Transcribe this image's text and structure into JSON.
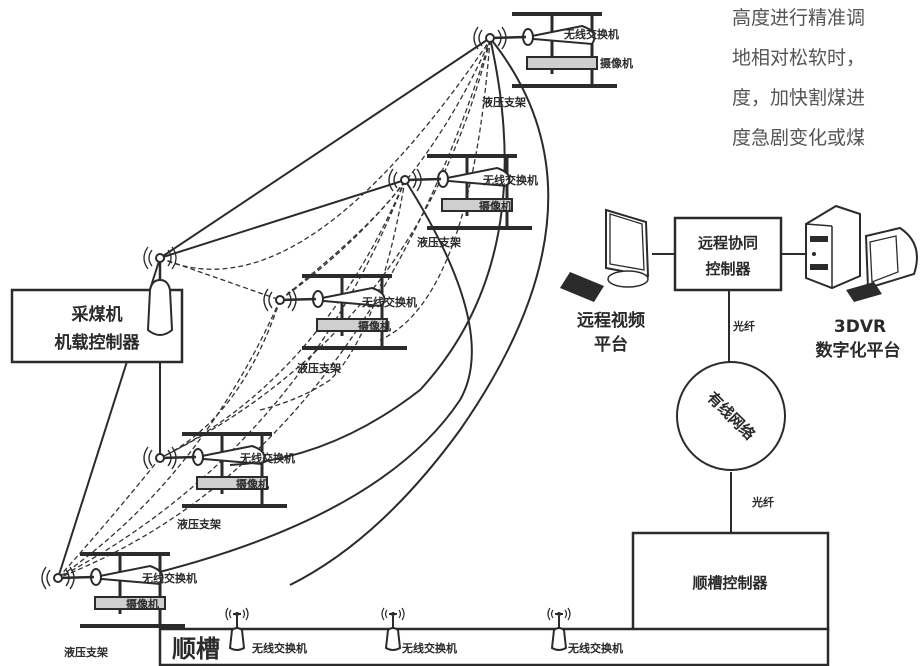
{
  "paragraph_fragment": [
    "高度进行精准调",
    "地相对松软时，",
    "度，加快割煤进",
    "度急剧变化或煤"
  ],
  "shearer": {
    "label_line1": "采煤机",
    "label_line2": "机载控制器"
  },
  "supports": [
    {
      "switch_label": "无线交换机",
      "camera_label": "摄像机",
      "support_label": "液压支架"
    },
    {
      "switch_label": "无线交换机",
      "camera_label": "摄像机",
      "support_label": "液压支架"
    },
    {
      "switch_label": "无线交换机",
      "camera_label": "摄像机",
      "support_label": "液压支架"
    },
    {
      "switch_label": "无线交换机",
      "camera_label": "摄像机",
      "support_label": "液压支架"
    },
    {
      "switch_label": "无线交换机",
      "camera_label": "摄像机",
      "support_label": "液压支架"
    }
  ],
  "remote": {
    "controller_line1": "远程协同",
    "controller_line2": "控制器",
    "video_line1": "远程视频",
    "video_line2": "平台",
    "dvr_line1": "3DVR",
    "dvr_line2": "数字化平台",
    "fiber_top": "光纤",
    "network": "有线网络",
    "fiber_bottom": "光纤",
    "gate_controller": "顺槽控制器"
  },
  "gateway": {
    "label": "顺槽",
    "switches": [
      "无线交换机",
      "无线交换机",
      "无线交换机"
    ]
  }
}
